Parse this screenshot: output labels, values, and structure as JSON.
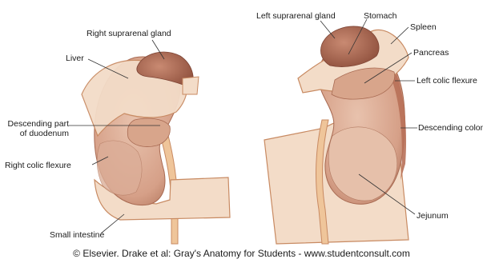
{
  "left_kidney_labels": {
    "right_suprarenal_gland": "Right suprarenal gland",
    "liver": "Liver",
    "descending_duodenum_line1": "Descending part",
    "descending_duodenum_line2": "of duodenum",
    "right_colic_flexure": "Right colic flexure",
    "small_intestine": "Small intestine"
  },
  "right_kidney_labels": {
    "left_suprarenal_gland": "Left suprarenal gland",
    "stomach": "Stomach",
    "spleen": "Spleen",
    "pancreas": "Pancreas",
    "left_colic_flexure": "Left colic flexure",
    "descending_colon": "Descending colon",
    "jejunum": "Jejunum"
  },
  "credit": "© Elsevier. Drake et al: Gray's Anatomy for Students - www.studentconsult.com",
  "colors": {
    "kidney": "#d9a88e",
    "kidney_dark": "#a86a52",
    "gland": "#9c5a45",
    "contact_area": "#f3dcc8",
    "outline": "#c88a62",
    "ureter": "#efc59a",
    "leader_line": "#333333"
  }
}
